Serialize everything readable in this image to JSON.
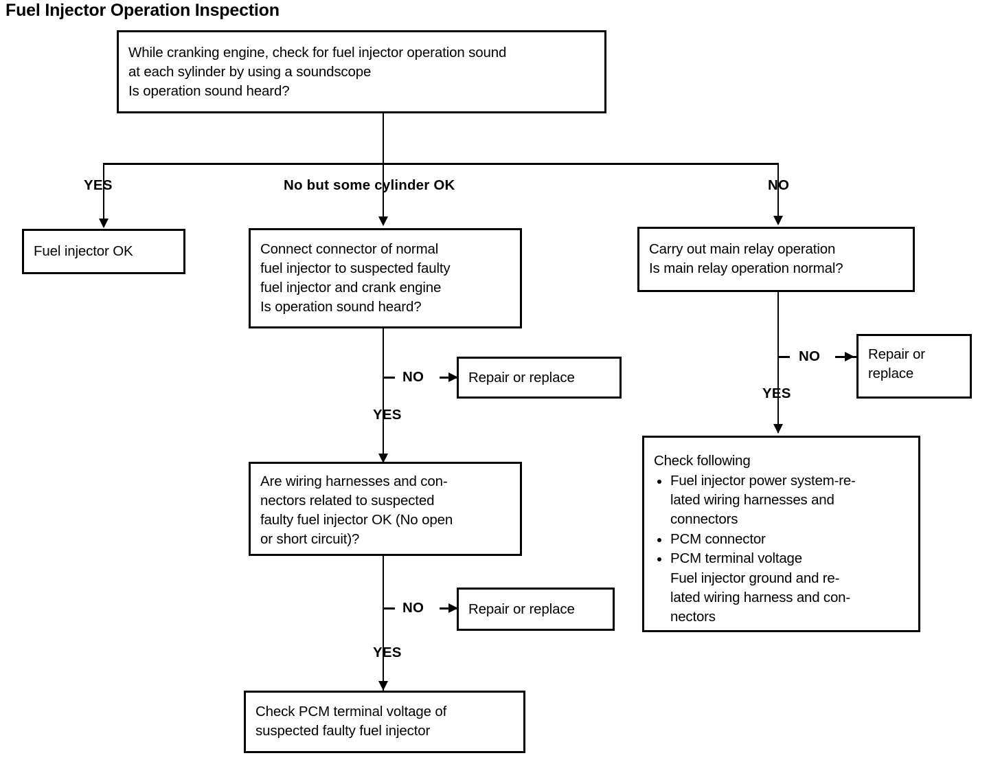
{
  "page": {
    "title": "Fuel Injector Operation Inspection"
  },
  "nodes": {
    "start": {
      "text": "While cranking engine, check for fuel injector operation sound\nat each sylinder by using a soundscope\nIs operation sound heard?"
    },
    "fuel_injector_ok": {
      "text": "Fuel injector OK"
    },
    "connect_connector": {
      "text": "Connect connector of normal\nfuel injector to suspected faulty\nfuel injector and crank engine\nIs operation sound heard?"
    },
    "main_relay": {
      "text": "Carry out main relay operation\nIs main relay operation normal?"
    },
    "repair_mid_1": {
      "text": "Repair or replace"
    },
    "repair_right": {
      "text": "Repair or\nreplace"
    },
    "wiring_harness": {
      "text": "Are wiring harnesses and con-\nnectors related to suspected\nfaulty fuel injector OK (No open\nor short circuit)?"
    },
    "repair_mid_2": {
      "text": "Repair or replace"
    },
    "check_pcm": {
      "text": "Check PCM terminal voltage of\nsuspected faulty fuel injector"
    },
    "check_following": {
      "heading": "Check following",
      "bullets": [
        {
          "lines": [
            "Fuel injector power system-re-",
            "lated  wiring  harnesses  and",
            "connectors"
          ]
        },
        {
          "lines": [
            "PCM connector"
          ]
        },
        {
          "lines": [
            "PCM terminal voltage"
          ],
          "continuation": [
            "Fuel  injector  ground  and  re-",
            "lated wiring harness and con-",
            "nectors"
          ]
        }
      ]
    }
  },
  "edges": {
    "yes_left": "YES",
    "no_but_some": "No but some cylinder OK",
    "no_right": "NO",
    "mid_no_1": "NO",
    "mid_yes_1": "YES",
    "mid_no_2": "NO",
    "mid_yes_2": "YES",
    "right_no": "NO",
    "right_yes": "YES"
  },
  "colors": {
    "ink": "#000000",
    "paper": "#ffffff"
  }
}
